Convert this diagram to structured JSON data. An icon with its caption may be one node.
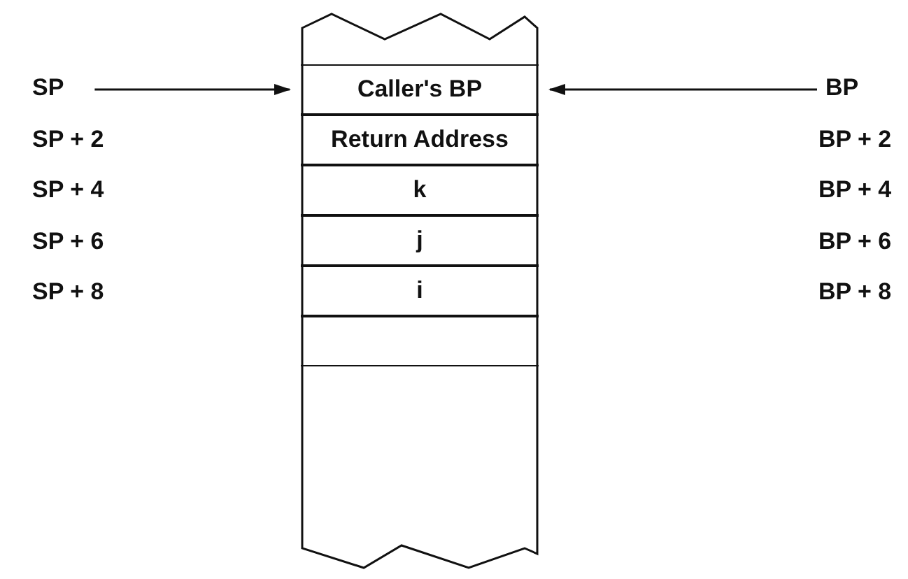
{
  "diagram": {
    "nodes": [
      {
        "text": [],
        "shape": "box"
      },
      {
        "text": [
          "Caller's BP"
        ],
        "in": 0
      },
      {
        "text": [
          "Return Address"
        ],
        "in": 0
      },
      {
        "text": [
          "k"
        ],
        "in": 0
      },
      {
        "text": [
          "j"
        ],
        "in": 0
      },
      {
        "text": [
          "i"
        ],
        "in": 0
      },
      {
        "text": [],
        "shape": "box",
        "in": 0
      },
      {
        "text": [
          "SP"
        ]
      },
      {
        "text": [
          "BP"
        ]
      }
    ],
    "edges": [
      {
        "from": 7,
        "to": 1,
        "arrow": "to"
      },
      {
        "from": 8,
        "to": 1,
        "arrow": "to"
      }
    ],
    "labels": [
      "SP + 2",
      "BP + 2",
      "SP + 4",
      "BP + 4",
      "SP + 6",
      "BP + 6",
      "SP + 8",
      "BP + 8"
    ]
  }
}
